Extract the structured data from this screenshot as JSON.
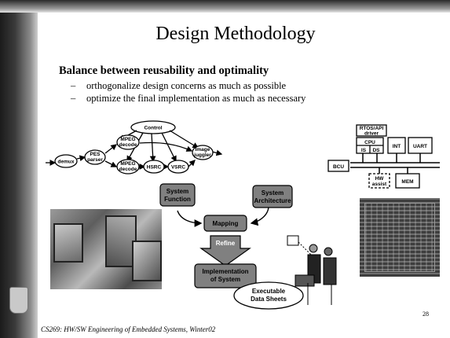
{
  "slide": {
    "title": "Design Methodology",
    "bullet": "Balance between reusability and optimality",
    "sub_bullets": [
      "orthogonalize design concerns as much as possible",
      "optimize the final implementation as much as necessary"
    ],
    "footer": "CS269: HW/SW Engineering of Embedded Systems, Winter02",
    "page_number": "28"
  },
  "mpeg_diagram": {
    "control": "Control",
    "demux": "demux",
    "pes_1": "PES",
    "pes_2": "parser",
    "mpeg_top_1": "MPEG",
    "mpeg_top_2": "decode",
    "mpeg_bot_1": "MPEG",
    "mpeg_bot_2": "decode",
    "hsrc": "HSRC",
    "vsrc": "VSRC",
    "image_1": "Image",
    "image_2": "juggler"
  },
  "arch_diagram": {
    "rtos_1": "RTOS/API",
    "rtos_2": "driver",
    "cpu": "CPU",
    "is": "IS",
    "ds": "DS",
    "int": "INT",
    "uart": "UART",
    "bcu": "BCU",
    "hw_1": "HW",
    "hw_2": "assist",
    "mem": "MEM"
  },
  "flow": {
    "system_function_1": "System",
    "system_function_2": "Function",
    "system_architecture_1": "System",
    "system_architecture_2": "Architecture",
    "mapping": "Mapping",
    "refine": "Refine",
    "implementation_1": "Implementation",
    "implementation_2": "of System",
    "exec_1": "Executable",
    "exec_2": "Data Sheets"
  },
  "colors": {
    "flow_box": "#808080",
    "left_band": "#2a2a2a",
    "ellipse_fill": "#ffffff"
  }
}
